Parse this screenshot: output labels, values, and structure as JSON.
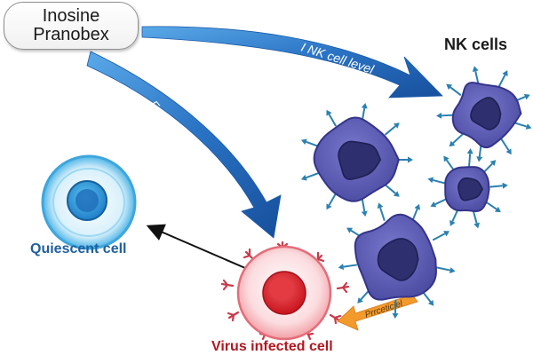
{
  "drug": {
    "line1": "Inosine",
    "line2": "Pranobex"
  },
  "labels": {
    "nk_cells": "NK cells",
    "quiescent_cell": "Quiescent cell",
    "virus_infected_cell": "Virus infected cell"
  },
  "arrows": {
    "nk_level": "I NK cell level",
    "nk_activity": "Encreanses NK cell activity",
    "cytotoxic": "Prrceticiel"
  },
  "colors": {
    "blue_arrow": "#2a73c4",
    "nk_cell_body": "#5b5bb0",
    "nk_cell_nucleus": "#2d2f6e",
    "receptor": "#2b80b0",
    "quiescent_ring": "#4fb6e8",
    "infected_cell": "#f4a9ae",
    "infected_nucleus": "#d9262e",
    "orange_arrow": "#f39a2d"
  }
}
